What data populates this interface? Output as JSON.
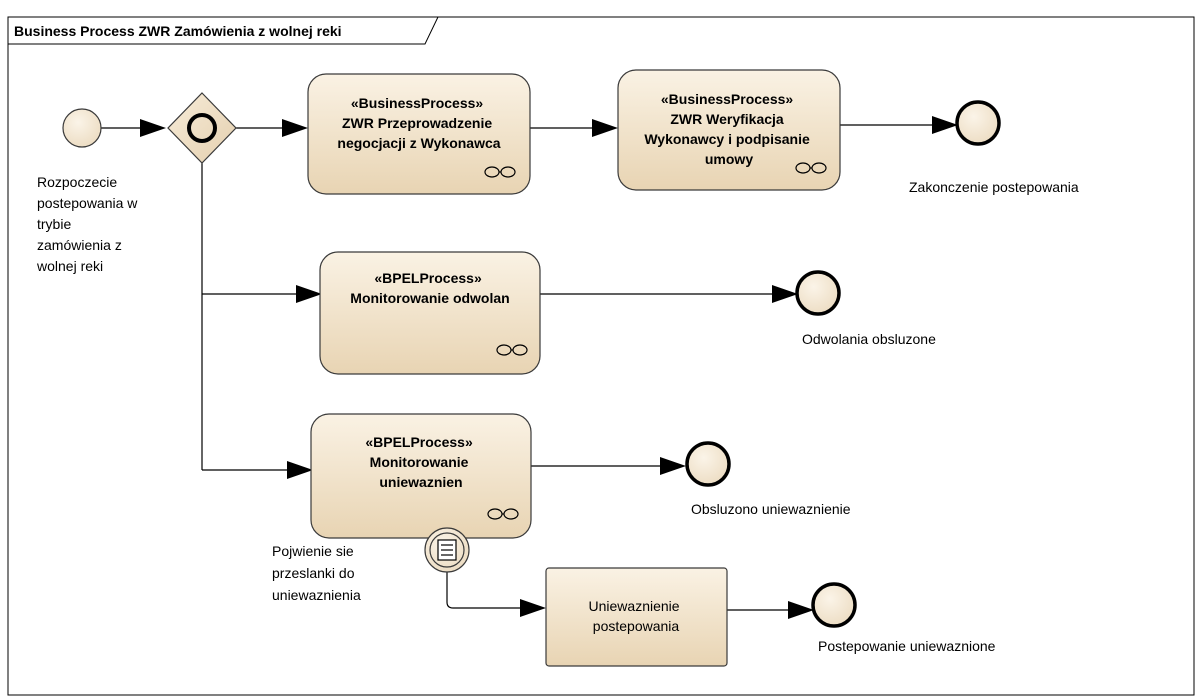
{
  "diagram": {
    "title": "Business Process ZWR Zamówienia z wolnej reki"
  },
  "nodes": {
    "start_label": [
      "Rozpoczecie",
      "postepowania w",
      "trybie",
      "zamówienia z",
      "wolnej reki"
    ],
    "process1": [
      "«BusinessProcess»",
      "ZWR Przeprowadzenie",
      "negocjacji z Wykonawca"
    ],
    "process2": [
      "«BusinessProcess»",
      "ZWR Weryfikacja",
      "Wykonawcy i podpisanie",
      "umowy"
    ],
    "process3": [
      "«BPELProcess»",
      "Monitorowanie odwolan"
    ],
    "process4": [
      "«BPELProcess»",
      "Monitorowanie",
      "uniewaznien"
    ],
    "intermediate_label": [
      "Pojwienie sie",
      "przeslanki do",
      "uniewaznienia"
    ],
    "task5": [
      "Uniewaznienie",
      "postepowania"
    ],
    "end1_label": "Zakonczenie postepowania",
    "end2_label": "Odwolania obsluzone",
    "end3_label": "Obsluzono uniewaznienie",
    "end4_label": "Postepowanie uniewaznione"
  },
  "colors": {
    "task_fill_top": "#f8eedd",
    "task_fill_bottom": "#ead6b6",
    "event_fill": "#f4e6cf",
    "border": "#000000"
  }
}
